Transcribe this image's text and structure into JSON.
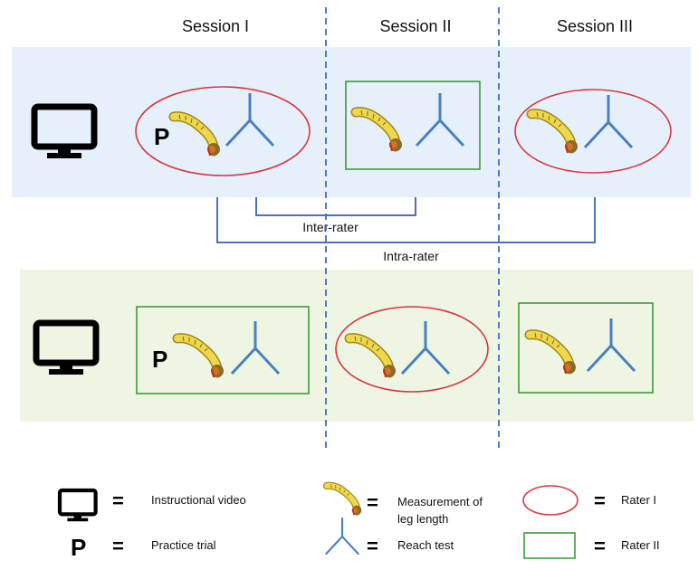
{
  "sessions": [
    "Session I",
    "Session II",
    "Session III"
  ],
  "brackets": {
    "inter_rater": "Inter-rater",
    "intra_rater": "Intra-rater"
  },
  "practice_letter": "P",
  "legend": {
    "equals": "=",
    "video_label": "Instructional video",
    "practice_label": "Practice trial",
    "measure_line1": "Measurement of",
    "measure_line2": "leg length",
    "reach_label": "Reach test",
    "rater1_label": "Rater I",
    "rater2_label": "Rater II"
  },
  "colors": {
    "rater1_band": "#e6f0fb",
    "rater2_band": "#eef6e3",
    "rater1_ellipse": "#d9363e",
    "rater2_rect": "#3f9a3a",
    "connector": "#4a72b6",
    "divider": "#3a6fc0",
    "reach_icon": "#4a7fc0",
    "tape_yellow": "#efd64a",
    "tape_end": "#8a6a2a"
  }
}
